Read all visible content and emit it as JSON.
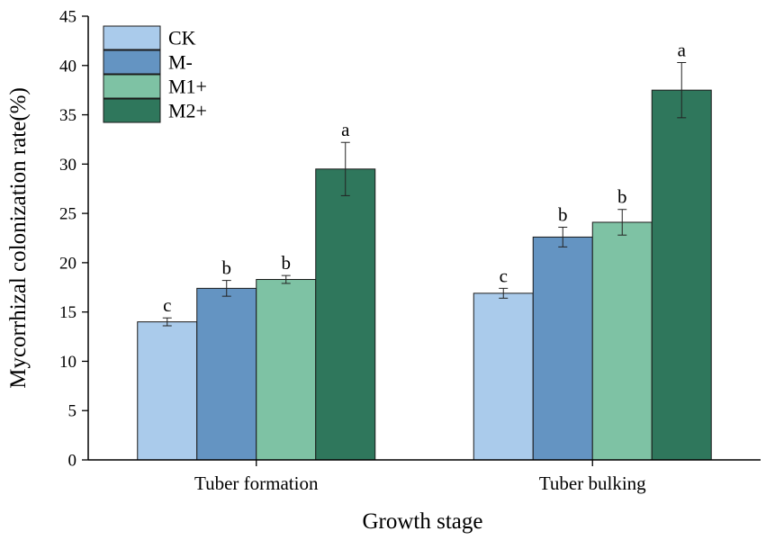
{
  "chart_data": {
    "type": "bar",
    "title": "",
    "xlabel": "Growth stage",
    "ylabel": "Mycorrhizal colonization rate(%)",
    "ylim": [
      0,
      45
    ],
    "yticks": [
      0,
      5,
      10,
      15,
      20,
      25,
      30,
      35,
      40,
      45
    ],
    "grid": false,
    "legend_position": "top-left",
    "categories": [
      "Tuber formation",
      "Tuber bulking"
    ],
    "series": [
      {
        "name": "CK",
        "color": "#aacbeb",
        "values": [
          14.0,
          16.9
        ],
        "errors": [
          0.4,
          0.5
        ],
        "labels": [
          "c",
          "c"
        ]
      },
      {
        "name": "M-",
        "color": "#6494c2",
        "values": [
          17.4,
          22.6
        ],
        "errors": [
          0.8,
          1.0
        ],
        "labels": [
          "b",
          "b"
        ]
      },
      {
        "name": "M1+",
        "color": "#7ec2a4",
        "values": [
          18.3,
          24.1
        ],
        "errors": [
          0.4,
          1.3
        ],
        "labels": [
          "b",
          "b"
        ]
      },
      {
        "name": "M2+",
        "color": "#2f775c",
        "values": [
          29.5,
          37.5
        ],
        "errors": [
          2.7,
          2.8
        ],
        "labels": [
          "a",
          "a"
        ]
      }
    ]
  }
}
